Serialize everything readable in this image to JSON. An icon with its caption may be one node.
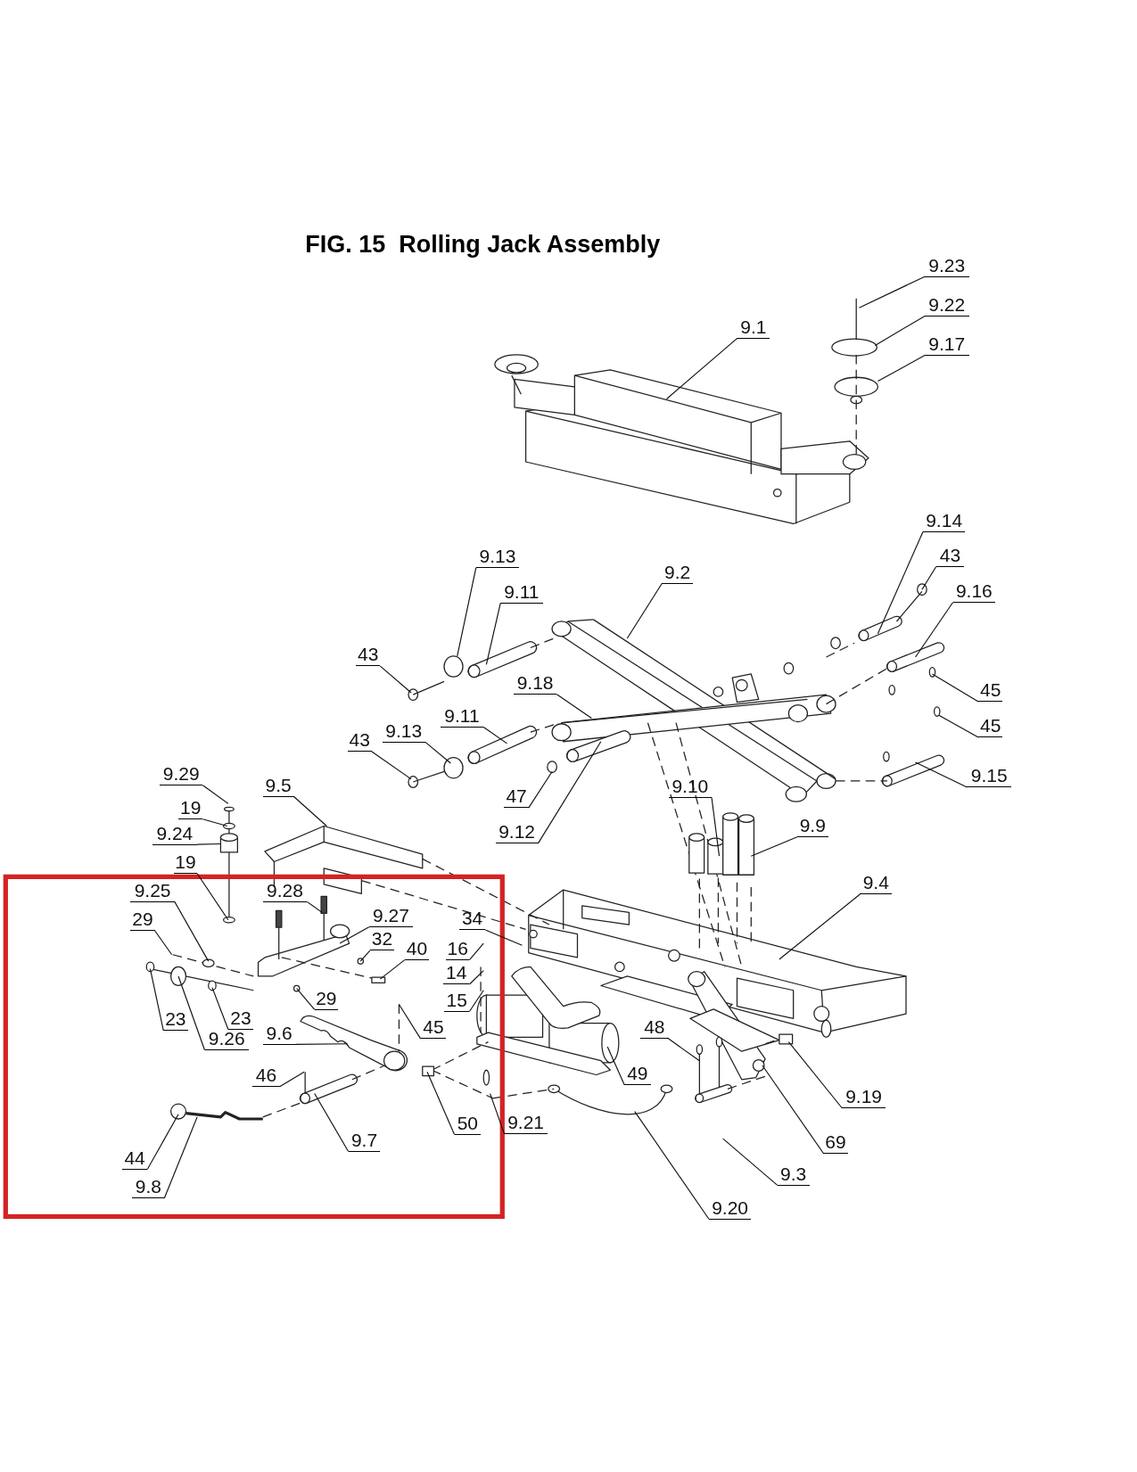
{
  "diagram": {
    "title": "FIG. 15  Rolling Jack Assembly",
    "nodes": [
      {
        "text": [
          "9.23"
        ]
      },
      {
        "text": [
          "9.22"
        ]
      },
      {
        "text": [
          "9.17"
        ]
      },
      {
        "text": [
          "9.1"
        ]
      },
      {
        "text": [
          "9.14"
        ]
      },
      {
        "text": [
          "43"
        ]
      },
      {
        "text": [
          "9.16"
        ]
      },
      {
        "text": [
          "9.13"
        ]
      },
      {
        "text": [
          "9.11"
        ]
      },
      {
        "text": [
          "9.2"
        ]
      },
      {
        "text": [
          "43"
        ]
      },
      {
        "text": [
          "9.18"
        ]
      },
      {
        "text": [
          "45"
        ]
      },
      {
        "text": [
          "9.13"
        ]
      },
      {
        "text": [
          "9.11"
        ]
      },
      {
        "text": [
          "43"
        ]
      },
      {
        "text": [
          "45"
        ]
      },
      {
        "text": [
          "9.15"
        ]
      },
      {
        "text": [
          "9.29"
        ]
      },
      {
        "text": [
          "9.5"
        ]
      },
      {
        "text": [
          "47"
        ]
      },
      {
        "text": [
          "9.12"
        ]
      },
      {
        "text": [
          "9.10"
        ]
      },
      {
        "text": [
          "9.9"
        ]
      },
      {
        "text": [
          "19"
        ]
      },
      {
        "text": [
          "9.24"
        ]
      },
      {
        "text": [
          "9.4"
        ]
      },
      {
        "text": [
          "19"
        ]
      },
      {
        "text": [
          "9.25"
        ]
      },
      {
        "text": [
          "9.28"
        ]
      },
      {
        "text": [
          "9.27"
        ]
      },
      {
        "text": [
          "29"
        ]
      },
      {
        "text": [
          "34"
        ]
      },
      {
        "text": [
          "32"
        ]
      },
      {
        "text": [
          "40"
        ]
      },
      {
        "text": [
          "16"
        ]
      },
      {
        "text": [
          "14"
        ]
      },
      {
        "text": [
          "15"
        ]
      },
      {
        "text": [
          "29"
        ]
      },
      {
        "text": [
          "23"
        ]
      },
      {
        "text": [
          "23"
        ]
      },
      {
        "text": [
          "9.26"
        ]
      },
      {
        "text": [
          "9.6"
        ]
      },
      {
        "text": [
          "45"
        ]
      },
      {
        "text": [
          "48"
        ]
      },
      {
        "text": [
          "9.19"
        ]
      },
      {
        "text": [
          "49"
        ]
      },
      {
        "text": [
          "46"
        ]
      },
      {
        "text": [
          "50"
        ]
      },
      {
        "text": [
          "9.21"
        ]
      },
      {
        "text": [
          "9.7"
        ]
      },
      {
        "text": [
          "69"
        ]
      },
      {
        "text": [
          "9.3"
        ]
      },
      {
        "text": [
          "44"
        ]
      },
      {
        "text": [
          "9.8"
        ]
      },
      {
        "text": [
          "9.20"
        ]
      }
    ],
    "edges": [
      {
        "from": 0,
        "to": null,
        "arrow": "none"
      },
      {
        "from": 1,
        "to": null,
        "arrow": "none"
      },
      {
        "from": 2,
        "to": null,
        "arrow": "none"
      },
      {
        "from": 3,
        "to": null,
        "arrow": "none"
      },
      {
        "from": 4,
        "to": null,
        "arrow": "none"
      },
      {
        "from": 5,
        "to": null,
        "arrow": "none"
      },
      {
        "from": 6,
        "to": null,
        "arrow": "none"
      },
      {
        "from": 7,
        "to": null,
        "arrow": "none"
      },
      {
        "from": 8,
        "to": null,
        "arrow": "none"
      },
      {
        "from": 9,
        "to": null,
        "arrow": "none"
      },
      {
        "from": 10,
        "to": null,
        "arrow": "none"
      },
      {
        "from": 11,
        "to": null,
        "arrow": "none"
      },
      {
        "from": 12,
        "to": null,
        "arrow": "none"
      },
      {
        "from": 13,
        "to": null,
        "arrow": "none"
      },
      {
        "from": 14,
        "to": null,
        "arrow": "none"
      },
      {
        "from": 15,
        "to": null,
        "arrow": "none"
      },
      {
        "from": 16,
        "to": null,
        "arrow": "none"
      },
      {
        "from": 17,
        "to": null,
        "arrow": "none"
      },
      {
        "from": 18,
        "to": null,
        "arrow": "none"
      },
      {
        "from": 19,
        "to": null,
        "arrow": "none"
      },
      {
        "from": 20,
        "to": null,
        "arrow": "none"
      },
      {
        "from": 21,
        "to": null,
        "arrow": "none"
      },
      {
        "from": 22,
        "to": null,
        "arrow": "none"
      },
      {
        "from": 23,
        "to": null,
        "arrow": "none"
      },
      {
        "from": 24,
        "to": null,
        "arrow": "none"
      },
      {
        "from": 25,
        "to": null,
        "arrow": "none"
      },
      {
        "from": 26,
        "to": null,
        "arrow": "none"
      },
      {
        "from": 27,
        "to": null,
        "arrow": "none"
      },
      {
        "from": 28,
        "to": null,
        "arrow": "none"
      },
      {
        "from": 29,
        "to": null,
        "arrow": "none"
      },
      {
        "from": 30,
        "to": null,
        "arrow": "none"
      },
      {
        "from": 31,
        "to": null,
        "arrow": "none"
      },
      {
        "from": 32,
        "to": null,
        "arrow": "none"
      },
      {
        "from": 33,
        "to": null,
        "arrow": "none"
      },
      {
        "from": 34,
        "to": null,
        "arrow": "none"
      },
      {
        "from": 35,
        "to": null,
        "arrow": "none"
      },
      {
        "from": 36,
        "to": null,
        "arrow": "none"
      },
      {
        "from": 37,
        "to": null,
        "arrow": "none"
      },
      {
        "from": 38,
        "to": null,
        "arrow": "none"
      },
      {
        "from": 39,
        "to": null,
        "arrow": "none"
      },
      {
        "from": 40,
        "to": null,
        "arrow": "none"
      },
      {
        "from": 41,
        "to": null,
        "arrow": "none"
      },
      {
        "from": 42,
        "to": null,
        "arrow": "none"
      },
      {
        "from": 43,
        "to": null,
        "arrow": "none"
      },
      {
        "from": 44,
        "to": null,
        "arrow": "none"
      },
      {
        "from": 45,
        "to": null,
        "arrow": "none"
      },
      {
        "from": 46,
        "to": null,
        "arrow": "none"
      },
      {
        "from": 47,
        "to": null,
        "arrow": "none"
      },
      {
        "from": 48,
        "to": null,
        "arrow": "none"
      },
      {
        "from": 49,
        "to": null,
        "arrow": "none"
      },
      {
        "from": 50,
        "to": null,
        "arrow": "none"
      },
      {
        "from": 51,
        "to": null,
        "arrow": "none"
      },
      {
        "from": 52,
        "to": null,
        "arrow": "none"
      },
      {
        "from": 53,
        "to": null,
        "arrow": "none"
      },
      {
        "from": 54,
        "to": null,
        "arrow": "none"
      },
      {
        "from": 55,
        "to": null,
        "arrow": "none"
      }
    ]
  }
}
